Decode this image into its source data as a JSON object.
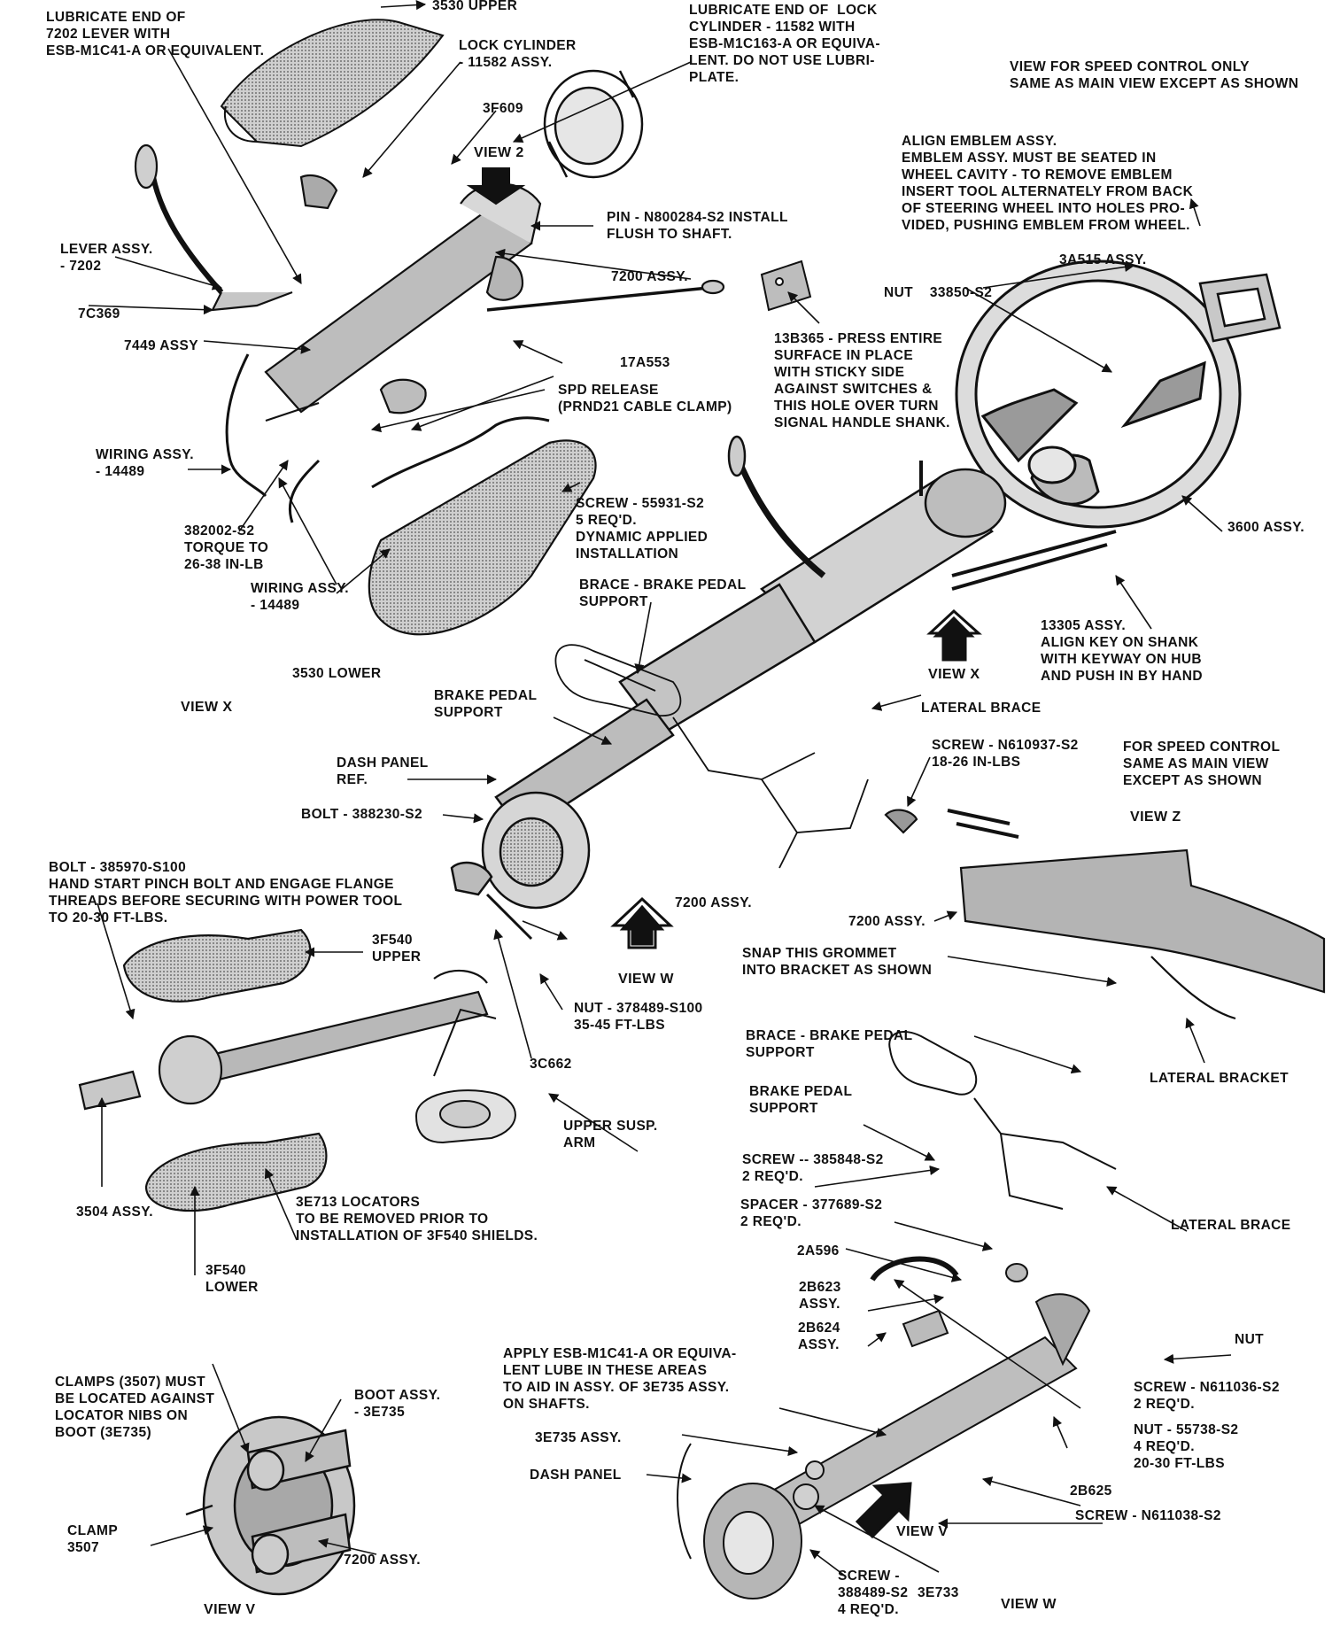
{
  "colors": {
    "ink": "#111111",
    "paper": "#ffffff",
    "shade": "#8a8a8a",
    "light": "#d8d8d8"
  },
  "labels": {
    "lube_7202": "LUBRICATE END OF\n7202 LEVER WITH\nESB-M1C41-A OR EQUIVALENT.",
    "upper_3530": "3530 UPPER",
    "lock_cyl": "LOCK CYLINDER\n- 11582 ASSY.",
    "lube_lock": "LUBRICATE END OF  LOCK\nCYLINDER - 11582 WITH\nESB-M1C163-A OR EQUIVA-\nLENT. DO NOT USE LUBRI-\nPLATE.",
    "speed_only": "VIEW FOR SPEED CONTROL ONLY\nSAME AS MAIN VIEW EXCEPT AS SHOWN",
    "p3f609": "3F609",
    "view2": "VIEW 2",
    "pin": "PIN - N800284-S2 INSTALL\nFLUSH TO SHAFT.",
    "align_emblem": "ALIGN EMBLEM ASSY.\nEMBLEM ASSY. MUST BE SEATED IN\nWHEEL CAVITY - TO REMOVE EMBLEM\nINSERT TOOL ALTERNATELY FROM BACK\nOF STEERING WHEEL INTO HOLES PRO-\nVIDED, PUSHING EMBLEM FROM WHEEL.",
    "lever": "LEVER ASSY.\n- 7202",
    "a7200_top": "7200 ASSY.",
    "a3a515": "3A515 ASSY.",
    "nut33850": "NUT    33850-S2",
    "p7c369": "7C369",
    "a7449": "7449 ASSY",
    "p17a553": "17A553",
    "p13b365": "13B365 - PRESS ENTIRE\nSURFACE IN PLACE\nWITH STICKY SIDE\nAGAINST SWITCHES &\nTHIS HOLE OVER TURN\nSIGNAL HANDLE SHANK.",
    "spd_release": "SPD RELEASE\n(PRND21 CABLE CLAMP)",
    "wiring1": "WIRING ASSY.\n- 14489",
    "screw55931": "SCREW - 55931-S2\n5 REQ'D.\nDYNAMIC APPLIED\nINSTALLATION",
    "p382002": "382002-S2\nTORQUE TO\n26-38 IN-LB",
    "a3600": "3600 ASSY.",
    "wiring2": "WIRING ASSY.\n- 14489",
    "brace_top": "BRACE - BRAKE PEDAL\nSUPPORT",
    "a13305": "13305 ASSY.\nALIGN KEY ON SHANK\nWITH KEYWAY ON HUB\nAND PUSH IN BY HAND",
    "lower3530": "3530 LOWER",
    "viewx_arrow": "VIEW X",
    "viewx_left": "VIEW X",
    "brake_support1": "BRAKE PEDAL\nSUPPORT",
    "lateral_brace1": "LATERAL BRACE",
    "dash_ref": "DASH PANEL\nREF.",
    "screw_n610937": "SCREW - N610937-S2\n18-26 IN-LBS",
    "speed_main": "FOR SPEED CONTROL\nSAME AS MAIN VIEW\nEXCEPT AS SHOWN",
    "bolt388230": "BOLT - 388230-S2",
    "viewz": "VIEW Z",
    "bolt385970": "BOLT - 385970-S100\nHAND START PINCH BOLT AND ENGAGE FLANGE\nTHREADS BEFORE SECURING WITH POWER TOOL\nTO 20-30 FT-LBS.",
    "a7200_mid": "7200 ASSY.",
    "a7200_z": "7200 ASSY.",
    "p3f540_upper": "3F540\nUPPER",
    "vieww_arrow": "VIEW W",
    "grommet": "SNAP THIS GROMMET\nINTO BRACKET AS SHOWN",
    "nut378489": "NUT - 378489-S100\n35-45 FT-LBS",
    "p3c662": "3C662",
    "brace2": "BRACE - BRAKE PEDAL\nSUPPORT",
    "lateral_bracket": "LATERAL BRACKET",
    "brake_support2": "BRAKE PEDAL\nSUPPORT",
    "upper_susp": "UPPER SUSP.\nARM",
    "screw385848": "SCREW -- 385848-S2\n2 REQ'D.",
    "spacer": "SPACER - 377689-S2\n2 REQ'D.",
    "lateral_brace2": "LATERAL BRACE",
    "a3504": "3504 ASSY.",
    "p3e713": "3E713 LOCATORS\nTO BE REMOVED PRIOR TO\nINSTALLATION OF 3F540 SHIELDS.",
    "p2a596": "2A596",
    "p3f540_lower": "3F540\nLOWER",
    "p2b623": "2B623\nASSY.",
    "p2b624": "2B624\nASSY.",
    "nut_r": "NUT",
    "clamps3507": "CLAMPS (3507) MUST\nBE LOCATED AGAINST\nLOCATOR NIBS ON\nBOOT (3E735)",
    "boot": "BOOT ASSY.\n- 3E735",
    "apply": "APPLY ESB-M1C41-A OR EQUIVA-\nLENT LUBE IN THESE AREAS\nTO AID IN ASSY. OF 3E735 ASSY.\nON SHAFTS.",
    "screw_n611036": "SCREW - N611036-S2\n2 REQ'D.",
    "a3e735": "3E735 ASSY.",
    "nut55738": "NUT - 55738-S2\n4 REQ'D.\n20-30 FT-LBS",
    "dash_panel": "DASH PANEL",
    "clamp3507": "CLAMP\n3507",
    "p2b625": "2B625",
    "screw_n611038": "SCREW - N611038-S2",
    "viewv_arrow": "VIEW V",
    "a7200_v": "7200 ASSY.",
    "screw388489": "SCREW -\n388489-S2\n4 REQ'D.",
    "p3e733": "3E733",
    "viewv": "VIEW V",
    "vieww": "VIEW W"
  }
}
